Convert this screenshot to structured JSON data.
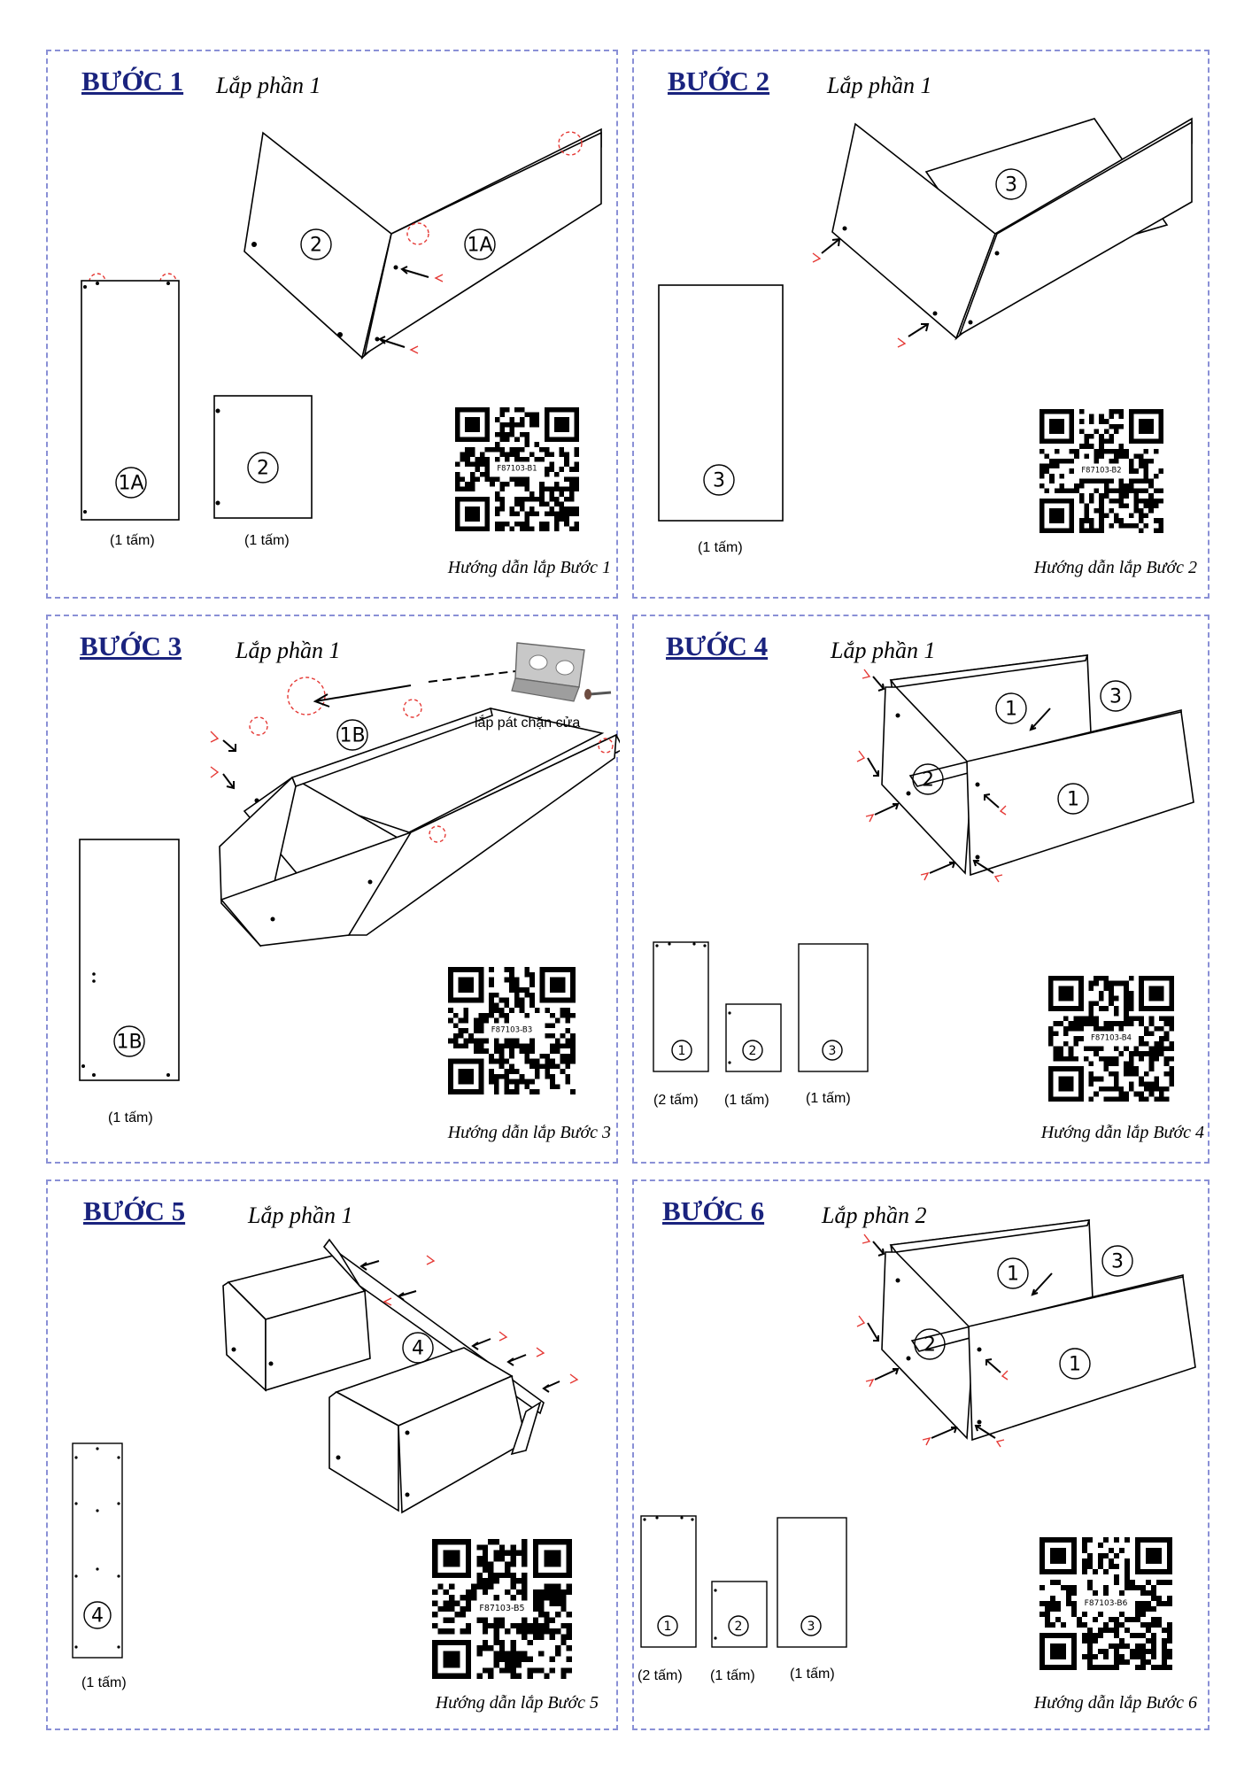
{
  "panels": [
    {
      "step": "BƯỚC 1",
      "part": "Lắp phần 1",
      "guide": "Hướng dẫn lắp Bước 1",
      "assembly_labels": [
        "2",
        "1A"
      ],
      "pieces": [
        {
          "label": "1A",
          "qty": "(1 tấm)"
        },
        {
          "label": "2",
          "qty": "(1 tấm)"
        }
      ],
      "qr_code": "F87103-B1"
    },
    {
      "step": "BƯỚC 2",
      "part": "Lắp phần 1",
      "guide": "Hướng dẫn lắp Bước 2",
      "assembly_labels": [
        "3"
      ],
      "pieces": [
        {
          "label": "3",
          "qty": "(1 tấm)"
        }
      ],
      "qr_code": "F87103-B2"
    },
    {
      "step": "BƯỚC 3",
      "part": "Lắp phần 1",
      "guide": "Hướng dẫn lắp Bước 3",
      "assembly_labels": [
        "1B"
      ],
      "note": "lắp pát chặn cửa",
      "pieces": [
        {
          "label": "1B",
          "qty": "(1 tấm)"
        }
      ],
      "qr_code": "F87103-B3"
    },
    {
      "step": "BƯỚC 4",
      "part": "Lắp phần 1",
      "guide": "Hướng dẫn lắp Bước 4",
      "assembly_labels": [
        "1",
        "3",
        "2",
        "1"
      ],
      "pieces": [
        {
          "label": "1",
          "qty": "(2 tấm)"
        },
        {
          "label": "2",
          "qty": "(1 tấm)"
        },
        {
          "label": "3",
          "qty": "(1 tấm)"
        }
      ],
      "qr_code": "F87103-B4"
    },
    {
      "step": "BƯỚC 5",
      "part": "Lắp phần 1",
      "guide": "Hướng dẫn lắp Bước 5",
      "assembly_labels": [
        "4"
      ],
      "pieces": [
        {
          "label": "4",
          "qty": "(1 tấm)"
        }
      ],
      "qr_code": "F87103-B5"
    },
    {
      "step": "BƯỚC 6",
      "part": "Lắp phần 2",
      "guide": "Hướng dẫn lắp Bước 6",
      "assembly_labels": [
        "1",
        "3",
        "2",
        "1"
      ],
      "pieces": [
        {
          "label": "1",
          "qty": "(2 tấm)"
        },
        {
          "label": "2",
          "qty": "(1 tấm)"
        },
        {
          "label": "3",
          "qty": "(1 tấm)"
        }
      ],
      "qr_code": "F87103-B6"
    }
  ]
}
